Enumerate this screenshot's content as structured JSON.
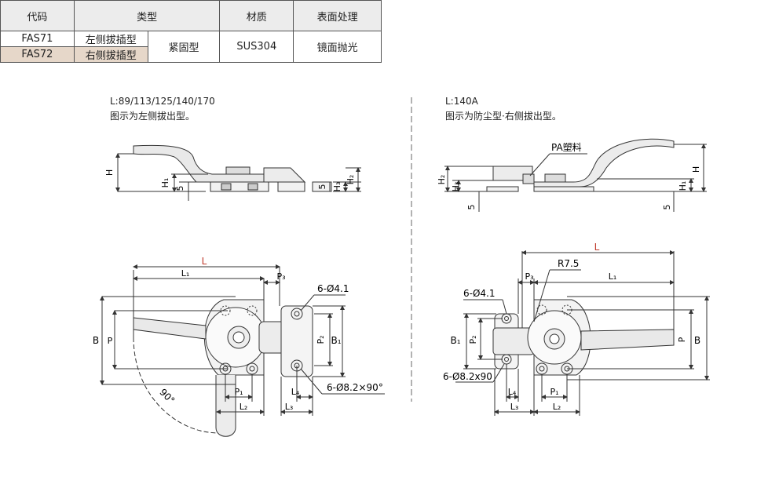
{
  "table": {
    "headers": [
      "代码",
      "类型",
      "材质",
      "表面处理"
    ],
    "rows": [
      {
        "code": "FAS71",
        "subtype": "左侧拔插型"
      },
      {
        "code": "FAS72",
        "subtype": "右侧拔插型"
      }
    ],
    "type": "紧固型",
    "material": "SUS304",
    "finish": "镜面抛光"
  },
  "left": {
    "lengths": "L:89/113/125/140/170",
    "caption": "图示为左侧拔出型。"
  },
  "right": {
    "lengths": "L:140A",
    "caption": "图示为防尘型·右侧拔出型。",
    "pa_label": "PA塑料"
  },
  "dims": {
    "H": "H",
    "H1": "H₁",
    "H2": "H₂",
    "H3": "H₃",
    "five": "5",
    "L": "L",
    "L1": "L₁",
    "L2": "L₂",
    "L3": "L₃",
    "L4": "L₄",
    "P": "P",
    "P1": "P₁",
    "P2": "P₂",
    "P3": "P₃",
    "B": "B",
    "B1": "B₁",
    "hole_small_left": "6-Ø4.1",
    "hole_large_left": "6-Ø8.2×90°",
    "hole_small_right": "6-Ø4.1",
    "hole_large_right": "6-Ø8.2x90",
    "r75": "R7.5",
    "angle": "90°"
  },
  "colors": {
    "L_dim": "#c0392b",
    "line": "#333333",
    "highlight": "#e6d7c9"
  }
}
